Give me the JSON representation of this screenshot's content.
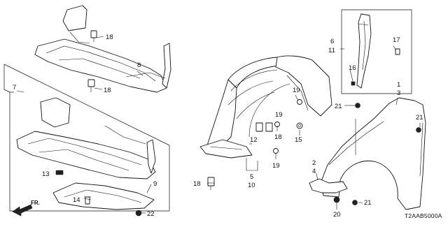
{
  "diagram": {
    "code": "T2AAB5000A",
    "direction_label": "FR.",
    "callouts": {
      "c1": "1",
      "c3": "3",
      "c2": "2",
      "c4": "4",
      "c5": "5",
      "c10": "10",
      "c6": "6",
      "c11": "11",
      "c7": "7",
      "c8": "8",
      "c9": "9",
      "c12": "12",
      "c13": "13",
      "c14": "14",
      "c15": "15",
      "c16": "16",
      "c17": "17",
      "c18": "18",
      "c19": "19",
      "c20": "20",
      "c21": "21",
      "c22": "22"
    }
  }
}
